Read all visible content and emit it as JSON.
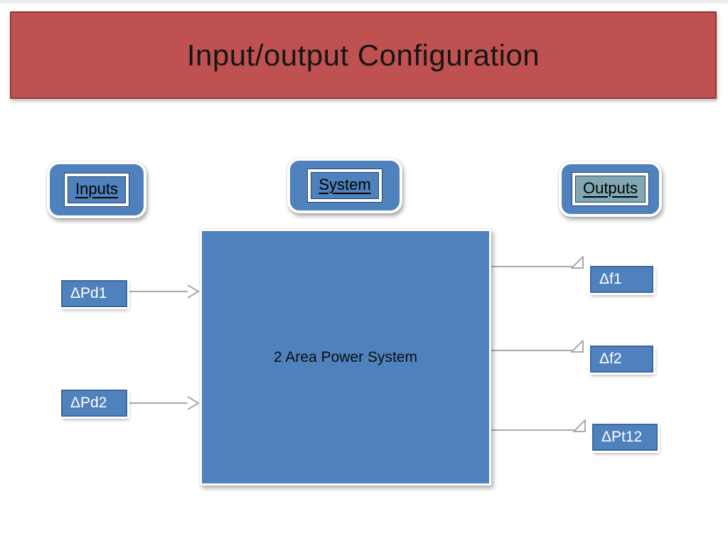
{
  "slide": {
    "title": "Input/output Configuration"
  },
  "headers": {
    "inputs": "Inputs",
    "system": "System",
    "outputs": "Outputs"
  },
  "diagram": {
    "block_label": "2 Area Power System",
    "inputs": [
      {
        "label": "ΔPd1"
      },
      {
        "label": "ΔPd2"
      }
    ],
    "outputs": [
      {
        "label": "Δf1"
      },
      {
        "label": "Δf2"
      },
      {
        "label": "ΔPt12"
      }
    ]
  },
  "colors": {
    "header_red": "#bf5150",
    "header_red_border": "#8c3a37",
    "accent_blue": "#4f81bd",
    "accent_blue_border": "#3c67a0",
    "outputs_inner_teal": "#81a8b2",
    "connector_gray": "#a9a9a9"
  }
}
